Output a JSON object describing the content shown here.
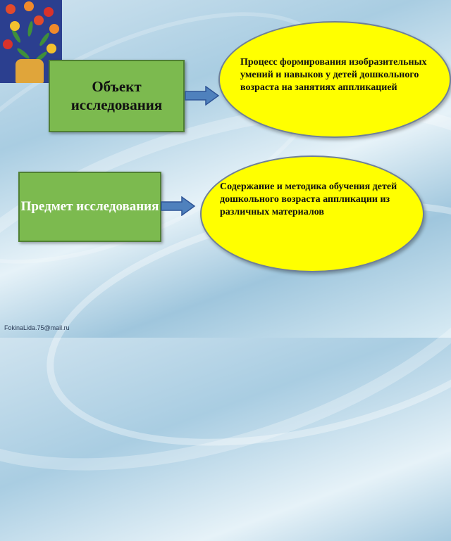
{
  "object_box": {
    "label": "Объект исследования"
  },
  "subject_box": {
    "label": "Предмет исследования"
  },
  "object_description": "Процесс формирования изобразительных умений и навыков у детей дошкольного возраста на занятиях аппликацией",
  "subject_description": "Содержание и методика обучения детей дошкольного возраста аппликации из различных материалов",
  "watermark": "FokinaLida.75@mail.ru",
  "colors": {
    "box": "#7cba4f",
    "ellipse": "#ffff00",
    "arrow": "#4f81bd"
  },
  "icons": {
    "arrow": "right-arrow-icon",
    "corner_image": "flower-applique-image"
  }
}
